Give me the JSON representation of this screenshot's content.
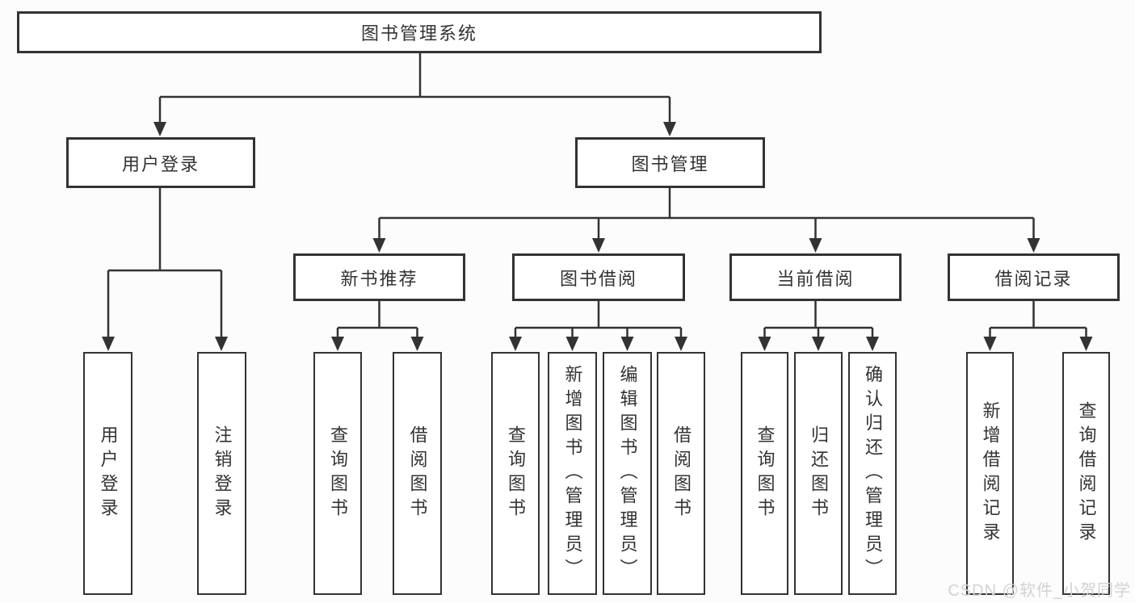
{
  "tree": {
    "label": "图书管理系统",
    "children": [
      {
        "label": "用户登录",
        "children": [
          {
            "label": "用户登录"
          },
          {
            "label": "注销登录"
          }
        ]
      },
      {
        "label": "图书管理",
        "children": [
          {
            "label": "新书推荐",
            "children": [
              {
                "label": "查询图书"
              },
              {
                "label": "借阅图书"
              }
            ]
          },
          {
            "label": "图书借阅",
            "children": [
              {
                "label": "查询图书"
              },
              {
                "label": "新增图书（管理员）"
              },
              {
                "label": "编辑图书（管理员）"
              },
              {
                "label": "借阅图书"
              }
            ]
          },
          {
            "label": "当前借阅",
            "children": [
              {
                "label": "查询图书"
              },
              {
                "label": "归还图书"
              },
              {
                "label": "确认归还（管理员）"
              }
            ]
          },
          {
            "label": "借阅记录",
            "children": [
              {
                "label": "新增借阅记录"
              },
              {
                "label": "查询借阅记录"
              }
            ]
          }
        ]
      }
    ]
  },
  "watermark": {
    "text": "CSDN @软件_小贺同学"
  },
  "colors": {
    "line": "#333333",
    "text": "#333333",
    "box_background": "#ffffff",
    "watermark": "#d2d2d2",
    "background": "#fcfcfc"
  }
}
